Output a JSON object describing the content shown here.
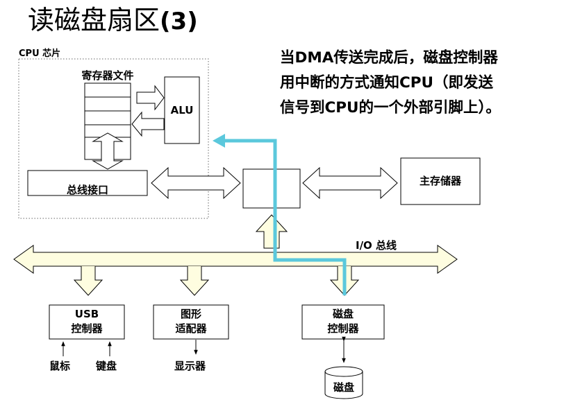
{
  "slide": {
    "title": "读磁盘扇区",
    "title_number": "(3)",
    "note_lines": [
      "当DMA传送完成后，磁盘控制器",
      "用中断的方式通知CPU（即发送",
      "信号到CPU的一个外部引脚上）。"
    ]
  },
  "diagram": {
    "cpu_chip": "CPU 芯片",
    "register_file": "寄存器文件",
    "alu": "ALU",
    "bus_interface": "总线接口",
    "main_memory": "主存储器",
    "io_bus": "I/O 总线",
    "usb_controller": [
      "USB",
      "控制器"
    ],
    "graphics_adapter": [
      "图形",
      "适配器"
    ],
    "disk_controller": [
      "磁盘",
      "控制器"
    ],
    "mouse": "鼠标",
    "keyboard": "键盘",
    "display": "显示器",
    "disk": "磁盘"
  },
  "colors": {
    "bus_fill": "#fefde0",
    "interrupt_path": "#5bc8dc"
  }
}
